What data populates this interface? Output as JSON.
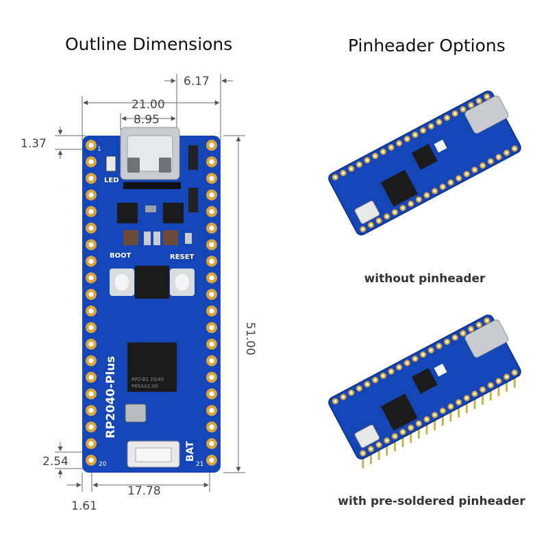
{
  "headings": {
    "outline": "Outline Dimensions",
    "options": "Pinheader Options"
  },
  "dimensions": {
    "overhang": "6.17",
    "width": "21.00",
    "usb_width": "8.95",
    "top_offset": "1.37",
    "height": "51.00",
    "pitch": "2.54",
    "row_span": "17.78",
    "edge_offset": "1.61"
  },
  "board": {
    "name": "RP2040-Plus",
    "led_label": "LED",
    "boot_label": "BOOT",
    "reset_label": "RESET",
    "bat_label": "BAT",
    "pin_first": "1",
    "pin_20": "20",
    "pin_21": "21",
    "chip_line1": "RP2-B1  20/45",
    "chip_line2": "P65AA2.00"
  },
  "options": {
    "without": "without pinheader",
    "with": "with pre-soldered pinheader"
  },
  "colors": {
    "pcb": "#1446b8",
    "pcb_dark": "#0d3596",
    "pad": "#d9a43c",
    "chip": "#1b1b1b",
    "usb": "#c9cdd2"
  }
}
